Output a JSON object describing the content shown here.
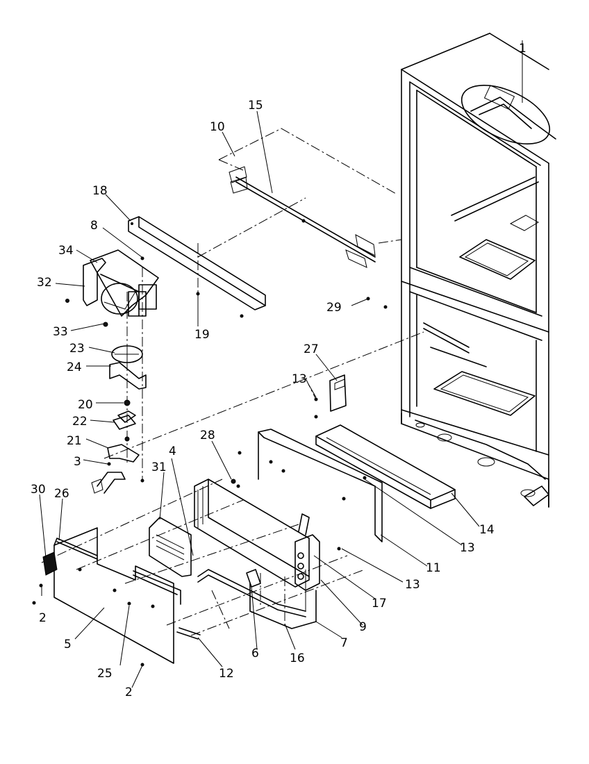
{
  "callouts": [
    {
      "id": "1",
      "label": "1"
    },
    {
      "id": "2a",
      "label": "2"
    },
    {
      "id": "2b",
      "label": "2"
    },
    {
      "id": "3",
      "label": "3"
    },
    {
      "id": "4",
      "label": "4"
    },
    {
      "id": "5",
      "label": "5"
    },
    {
      "id": "6",
      "label": "6"
    },
    {
      "id": "7",
      "label": "7"
    },
    {
      "id": "8",
      "label": "8"
    },
    {
      "id": "9",
      "label": "9"
    },
    {
      "id": "10",
      "label": "10"
    },
    {
      "id": "11",
      "label": "11"
    },
    {
      "id": "12",
      "label": "12"
    },
    {
      "id": "13a",
      "label": "13"
    },
    {
      "id": "13b",
      "label": "13"
    },
    {
      "id": "13c",
      "label": "13"
    },
    {
      "id": "14",
      "label": "14"
    },
    {
      "id": "15",
      "label": "15"
    },
    {
      "id": "16",
      "label": "16"
    },
    {
      "id": "17",
      "label": "17"
    },
    {
      "id": "18",
      "label": "18"
    },
    {
      "id": "19",
      "label": "19"
    },
    {
      "id": "20",
      "label": "20"
    },
    {
      "id": "21",
      "label": "21"
    },
    {
      "id": "22",
      "label": "22"
    },
    {
      "id": "23",
      "label": "23"
    },
    {
      "id": "24",
      "label": "24"
    },
    {
      "id": "25",
      "label": "25"
    },
    {
      "id": "26",
      "label": "26"
    },
    {
      "id": "27",
      "label": "27"
    },
    {
      "id": "28",
      "label": "28"
    },
    {
      "id": "29",
      "label": "29"
    },
    {
      "id": "30",
      "label": "30"
    },
    {
      "id": "31",
      "label": "31"
    },
    {
      "id": "32",
      "label": "32"
    },
    {
      "id": "33",
      "label": "33"
    },
    {
      "id": "34",
      "label": "34"
    }
  ]
}
